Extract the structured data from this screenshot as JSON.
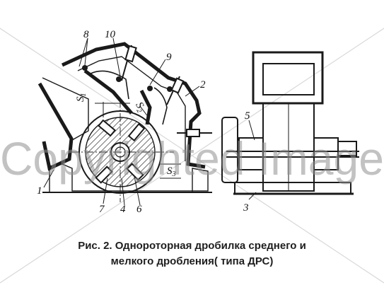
{
  "figure": {
    "caption_line1": "Рис. 2. Однороторная дробилка среднего и",
    "caption_line2": "мелкого дробления( типа ДРС)",
    "watermark": "Copyrighted Image",
    "labels": {
      "l1": "1",
      "l2": "2",
      "l3": "3",
      "l4": "4",
      "l5": "5",
      "l6": "6",
      "l7": "7",
      "l8": "8",
      "l9": "9",
      "l10": "10"
    },
    "dimensions": {
      "s1": "S",
      "s1_sub": "1",
      "s2": "S",
      "s2_sub": "2",
      "s3": "S",
      "s3_sub": "3"
    }
  },
  "colors": {
    "line": "#1a1a1a",
    "hatch": "#2a2a2a",
    "watermark": "#8f8f8f",
    "caption": "#1e1e1e"
  }
}
